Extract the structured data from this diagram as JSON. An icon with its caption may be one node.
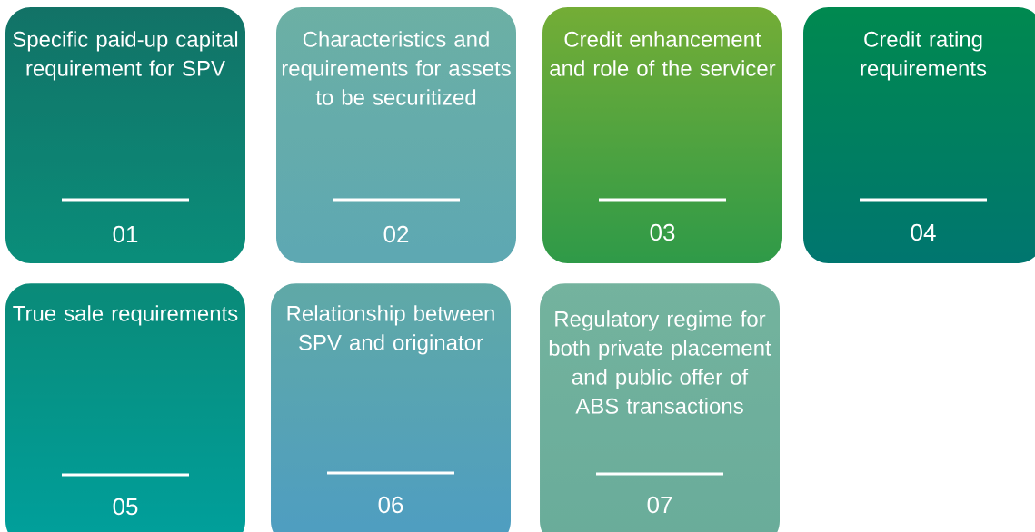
{
  "diagram": {
    "nodes": [
      {
        "text": [
          "Specific paid-up capital requirement for SPV",
          "01"
        ]
      },
      {
        "text": [
          "Characteristics and requirements for assets to be securitized",
          "02"
        ]
      },
      {
        "text": [
          "Credit enhancement and role of the servicer",
          "03"
        ]
      },
      {
        "text": [
          "Credit rating requirements",
          "04"
        ]
      },
      {
        "text": [
          "True sale requirements",
          "05"
        ]
      },
      {
        "text": [
          "Relationship between SPV and originator",
          "06"
        ]
      },
      {
        "text": [
          "Regulatory regime for both private placement and public offer of ABS transactions",
          "07"
        ]
      }
    ]
  }
}
